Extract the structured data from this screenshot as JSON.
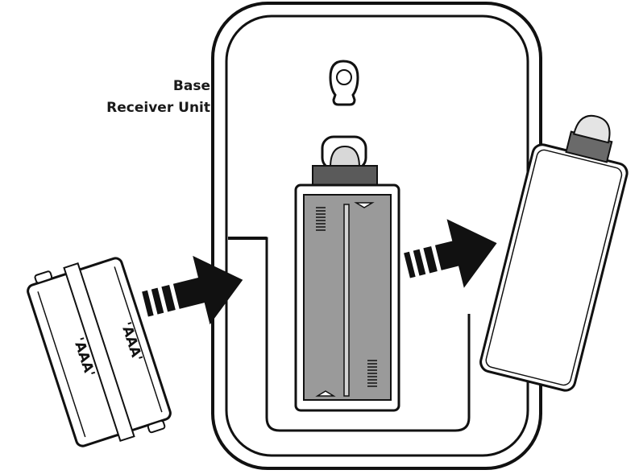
{
  "diagram": {
    "label_line1": "Base",
    "label_line2": "Receiver Unit",
    "battery_labels": [
      "'AAA'",
      "'AAA'"
    ],
    "colors": {
      "outline": "#111111",
      "cavity_fill": "#9a9a9a",
      "arrow_fill": "#111111",
      "background": "#ffffff"
    }
  }
}
